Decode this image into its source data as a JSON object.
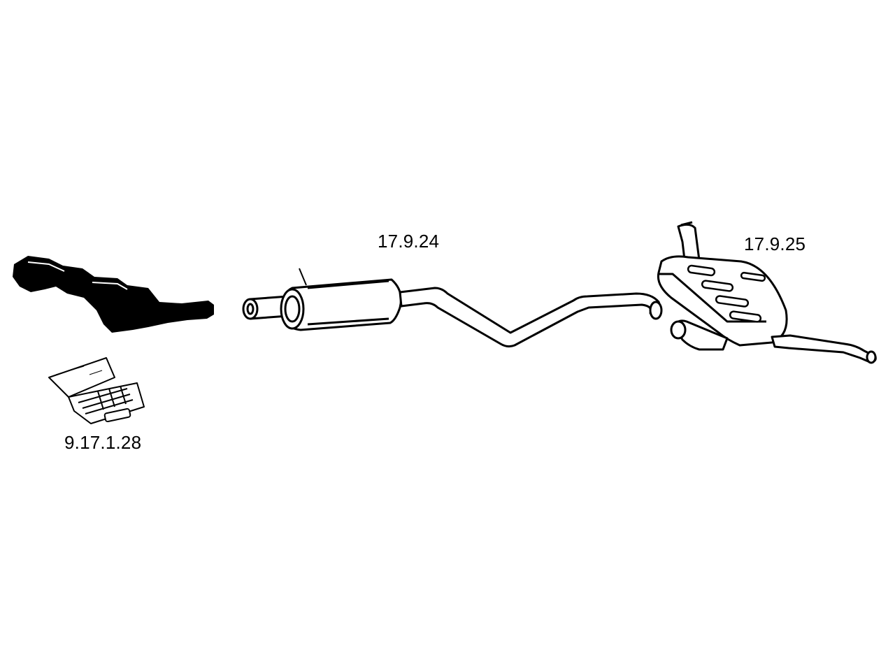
{
  "parts": [
    {
      "code": "17.9.24",
      "name": "center-muffler"
    },
    {
      "code": "17.9.25",
      "name": "rear-muffler"
    },
    {
      "code": "9.17.1.28",
      "name": "mounting-kit"
    }
  ],
  "colors": {
    "ink": "#000000",
    "paper": "#ffffff",
    "shade": "#d9d9d9"
  }
}
